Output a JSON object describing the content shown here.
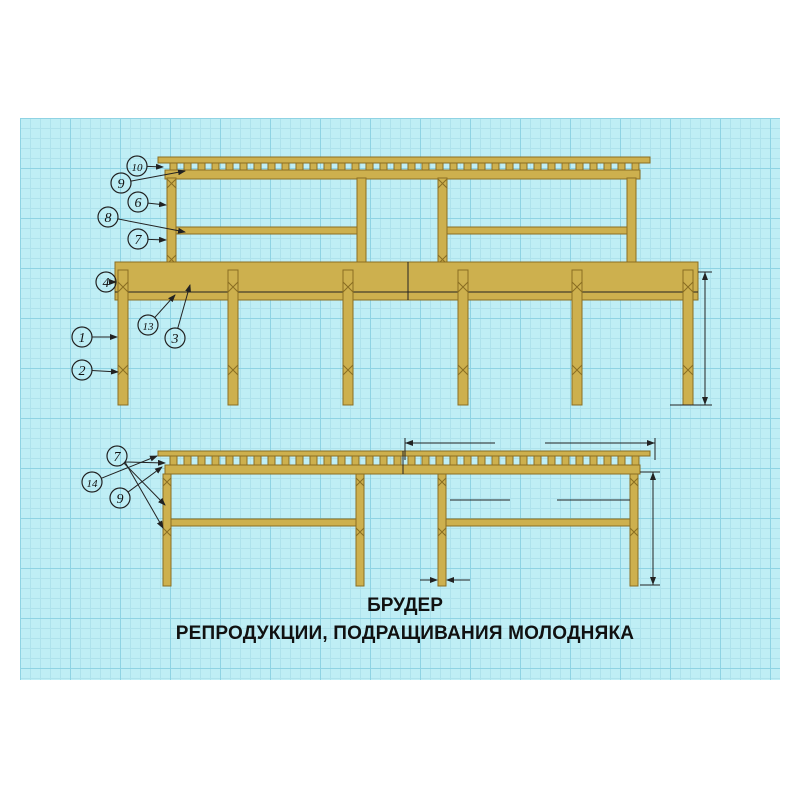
{
  "title": {
    "line1": "БРУДЕР",
    "line2": "РЕПРОДУКЦИИ, ПОДРАЩИВАНИЯ  МОЛОДНЯКА"
  },
  "colors": {
    "wood": "#cdb04e",
    "wood_dark": "#8a6e22",
    "paper": "#bfeef5"
  },
  "callouts_upper": [
    "10",
    "9",
    "6",
    "8",
    "7",
    "4",
    "1",
    "13",
    "3",
    "2"
  ],
  "callouts_lower": [
    "7",
    "14",
    "9"
  ]
}
